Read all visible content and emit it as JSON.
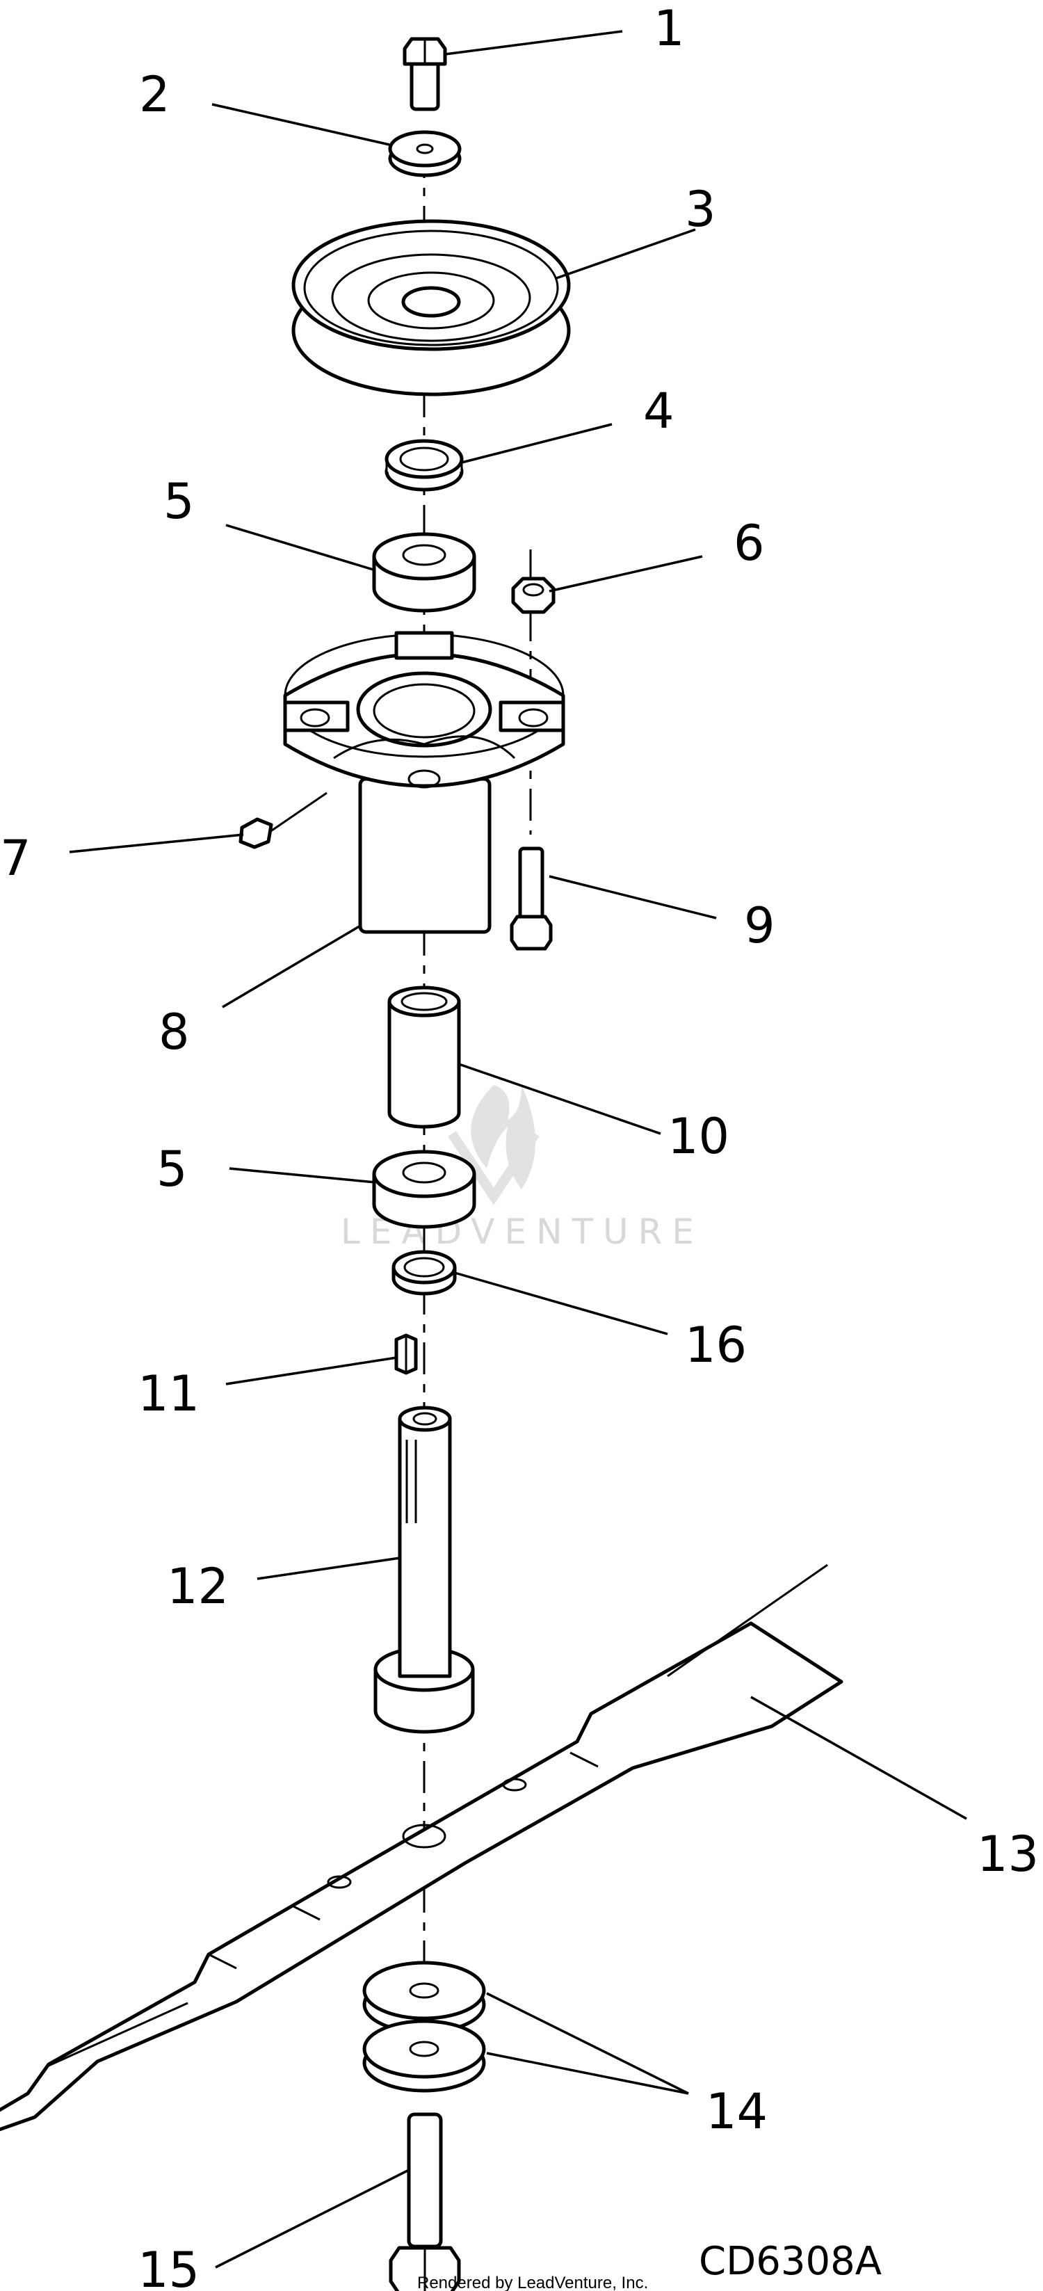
{
  "diagram": {
    "drawing_code": "CD6308A",
    "credit": "Rendered by LeadVenture, Inc.",
    "watermark": "LEADVENTURE",
    "callouts": [
      {
        "id": "c1",
        "label": "1",
        "part": "hex-bolt-top"
      },
      {
        "id": "c2",
        "label": "2",
        "part": "flat-washer-top"
      },
      {
        "id": "c3",
        "label": "3",
        "part": "pulley"
      },
      {
        "id": "c4",
        "label": "4",
        "part": "spacer-top"
      },
      {
        "id": "c5a",
        "label": "5",
        "part": "bearing-upper"
      },
      {
        "id": "c6",
        "label": "6",
        "part": "hex-nut"
      },
      {
        "id": "c7",
        "label": "7",
        "part": "grease-fitting"
      },
      {
        "id": "c8",
        "label": "8",
        "part": "spindle-housing"
      },
      {
        "id": "c9",
        "label": "9",
        "part": "mounting-bolt"
      },
      {
        "id": "c10",
        "label": "10",
        "part": "bearing-spacer-tube"
      },
      {
        "id": "c5b",
        "label": "5",
        "part": "bearing-lower"
      },
      {
        "id": "c16",
        "label": "16",
        "part": "spacer-lower"
      },
      {
        "id": "c11",
        "label": "11",
        "part": "key"
      },
      {
        "id": "c12",
        "label": "12",
        "part": "spindle-shaft"
      },
      {
        "id": "c13",
        "label": "13",
        "part": "mower-blade"
      },
      {
        "id": "c14",
        "label": "14",
        "part": "blade-washers"
      },
      {
        "id": "c15",
        "label": "15",
        "part": "blade-bolt"
      }
    ]
  }
}
